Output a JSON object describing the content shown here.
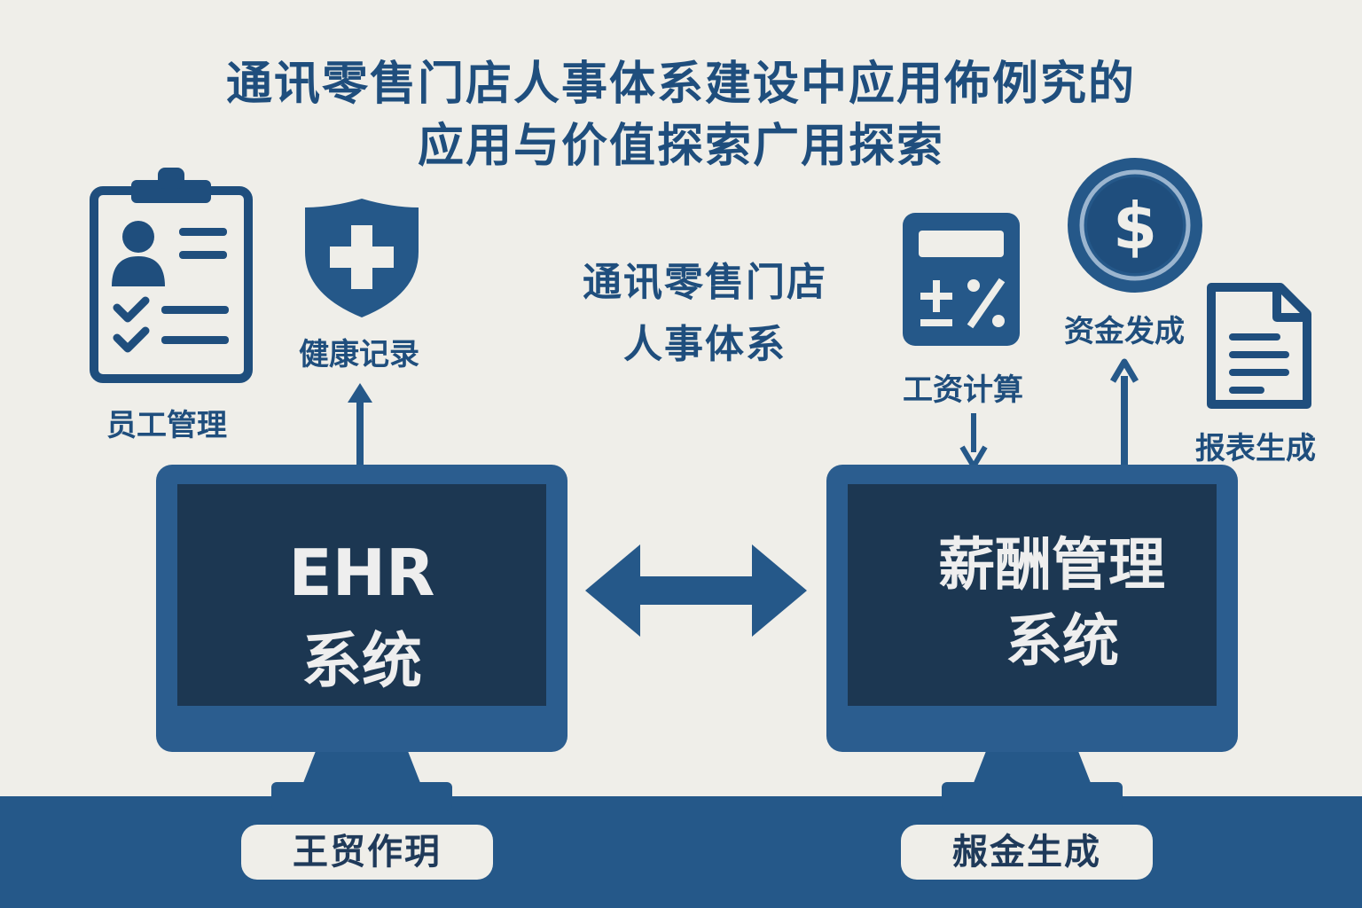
{
  "title": {
    "line1": "通讯零售门店人事体系建设中应用佈例究的",
    "line2": "应用与价值探索广用探索"
  },
  "center": {
    "line1": "通讯零售门店",
    "line2": "人事体系"
  },
  "left_system": {
    "line1": "EHR",
    "line2": "系统",
    "pill": "王贸作玥"
  },
  "right_system": {
    "line1": "薪酬管理",
    "line2": "系统",
    "pill": "赧金生成"
  },
  "labels": {
    "employee": "员工管理",
    "health": "健康记录",
    "salary_calc": "工资计算",
    "payment": "资金发成",
    "report": "报表生成"
  },
  "icons": {
    "employee": "clipboard-icon",
    "health": "shield-plus-icon",
    "salary_calc": "calculator-icon",
    "payment": "dollar-coin-icon",
    "report": "document-icon"
  },
  "colors": {
    "primary": "#1f4e7d",
    "monitor_frame": "#2b5d8f",
    "screen": "#1c3752",
    "background": "#efeee9",
    "bar": "#255889"
  }
}
